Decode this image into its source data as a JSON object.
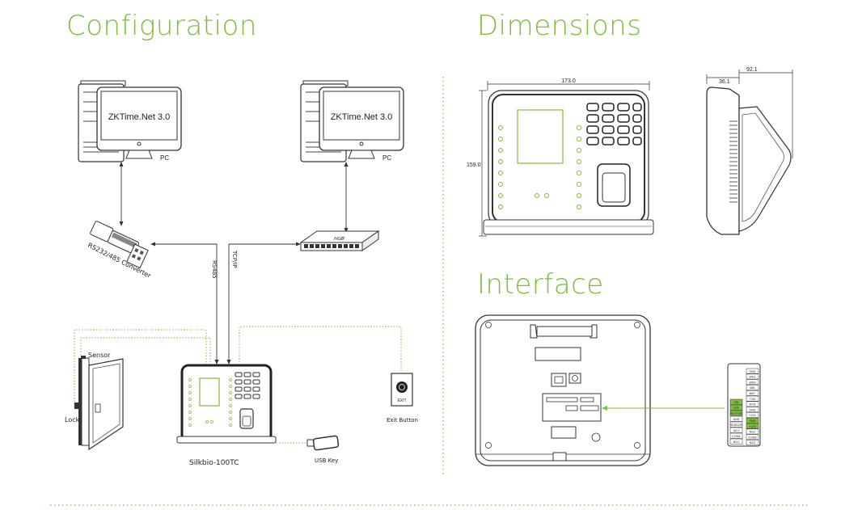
{
  "headings": {
    "configuration": "Configuration",
    "dimensions": "Dimensions",
    "interface": "Interface"
  },
  "configuration": {
    "monitor_left_text": "ZKTime.Net 3.0",
    "monitor_right_text": "ZKTime.Net 3.0",
    "pc_left_label": "PC",
    "pc_right_label": "PC",
    "converter_label": "RS232/485 Converter",
    "hub_text": "HUB",
    "line_rs485": "RS485",
    "line_tcpip": "TCP/IP",
    "sensor_label": "Sensor",
    "lock_label": "Lock",
    "device_label": "Silkbio-100TC",
    "usb_label": "USB Key",
    "exit_label": "Exit Button",
    "exit_plate_text": "EXIT"
  },
  "dimensions": {
    "width": "173.0",
    "height": "159.0",
    "side_depth_base": "36.1",
    "side_depth_total": "92.1"
  },
  "interface": {
    "terminal_left": [
      "ON",
      "OFF",
      "BUTTON",
      "GND",
      "SENSOR",
      "NC1",
      "COM1",
      "NO1"
    ],
    "terminal_right": [
      "GND",
      "WD1",
      "WD0",
      "485-",
      "485+",
      "TXD",
      "RXD",
      "GND",
      "+12V",
      "GND",
      "+12V",
      "NC2",
      "COM2",
      "NO2"
    ],
    "colors": {
      "accent": "#7bbf3a",
      "line": "#222222",
      "dotted": "#7bbf3a"
    }
  }
}
